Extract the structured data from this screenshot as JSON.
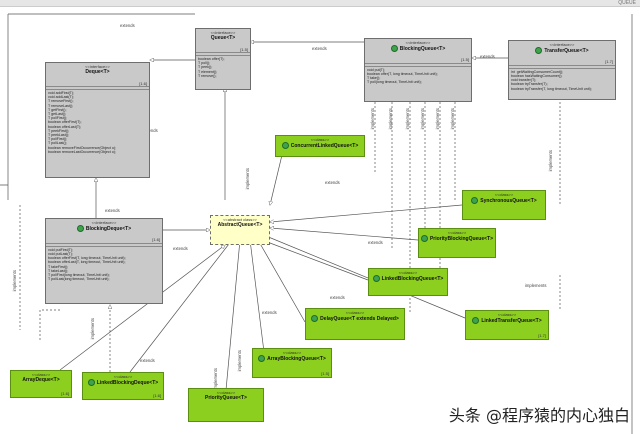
{
  "window": {
    "title": "QUEUE"
  },
  "watermark": {
    "platform": "头条",
    "handle": "@程序猿的内心独白"
  },
  "colors": {
    "interface_fill": "#c9c9c9",
    "class_fill": "#8ccf1f",
    "lines": "#555555",
    "abstract_fill": "#ffffc8"
  },
  "nodes": {
    "queue": {
      "stereo": "<<interface>>",
      "name": "Queue<T>",
      "tag": "[1.5]",
      "members": "boolean offer(T);\nT poll();\nT peek();\nT element();\nT remove();"
    },
    "deque": {
      "stereo": "<<interface>>",
      "name": "Deque<T>",
      "tag": "[1.6]",
      "members": "void addFirst(T);\nvoid addLast(T);\nT removeFirst();\nT removeLast();\nT getFirst();\nT getLast();\nT pollFirst();\nboolean offerFirst(T);\nboolean offerLast(T);\nT peekFirst();\nT peekLast();\nT pollFirst();\nT pollLast();\nboolean removeFirstOccurrence(Object o);\nboolean removeLastOccurrence(Object o);"
    },
    "blockingqueue": {
      "stereo": "<<interface>>",
      "name": "BlockingQueue<T>",
      "tag": "[1.5]",
      "members": "void put(T);\nboolean offer(T, long timeout, TimeUnit unit);\nT take();\nT poll(long timeout, TimeUnit unit);"
    },
    "transferqueue": {
      "stereo": "<<interface>>",
      "name": "TransferQueue<T>",
      "tag": "[1.7]",
      "members": "int  getWaitingConsumerCount();\nboolean hasWaitingConsumer();\nvoid transfer(T);\nboolean tryTransfer(T);\nboolean tryTransfer(T, long timeout, TimeUnit unit);"
    },
    "blockingdeque": {
      "stereo": "<<interface>>",
      "name": "BlockingDeque<T>",
      "tag": "[1.6]",
      "members": "void putFirst(T);\nvoid putLast(T);\nboolean offerFirst(T, long timeout, TimeUnit unit);\nboolean offerLast(T, long timeout, TimeUnit unit);\nT takeFirst();\nT takeLast();\nT pollFirst(long timeout, TimeUnit unit);\nT pollLast(long timeout, TimeUnit unit);"
    },
    "abstractqueue": {
      "stereo": "<<abstract class>>",
      "name": "AbstractQueue<T>"
    },
    "concurrentlinkedqueue": {
      "stereo": "<<class>>",
      "name": "ConcurrentLinkedQueue<T>"
    },
    "synchronousqueue": {
      "stereo": "<<class>>",
      "name": "SynchronousQueue<T>"
    },
    "priorityblockingqueue": {
      "stereo": "<<class>>",
      "name": "PriorityBlockingQueue<T>"
    },
    "linkedblockingqueue": {
      "stereo": "<<class>>",
      "name": "LinkedBlockingQueue<T>"
    },
    "delayqueue": {
      "stereo": "<<class>>",
      "name": "DelayQueue<T extends Delayed>"
    },
    "linkedtransferqueue": {
      "stereo": "<<class>>",
      "name": "LinkedTransferQueue<T>",
      "tag": "[1.7]"
    },
    "arrayblockingqueue": {
      "stereo": "<<class>>",
      "name": "ArrayBlockingQueue<T>",
      "tag": "[1.5]"
    },
    "priorityqueue": {
      "stereo": "<<class>>",
      "name": "PriorityQueue<T>"
    },
    "arraydeque": {
      "stereo": "<<class>>",
      "name": "ArrayDeque<T>",
      "tag": "[1.6]"
    },
    "linkedblockingdeque": {
      "stereo": "<<class>>",
      "name": "LinkedBlockingDeque<T>",
      "tag": "[1.6]"
    }
  },
  "edge_labels": {
    "extends": "extends",
    "implements": "implements"
  }
}
